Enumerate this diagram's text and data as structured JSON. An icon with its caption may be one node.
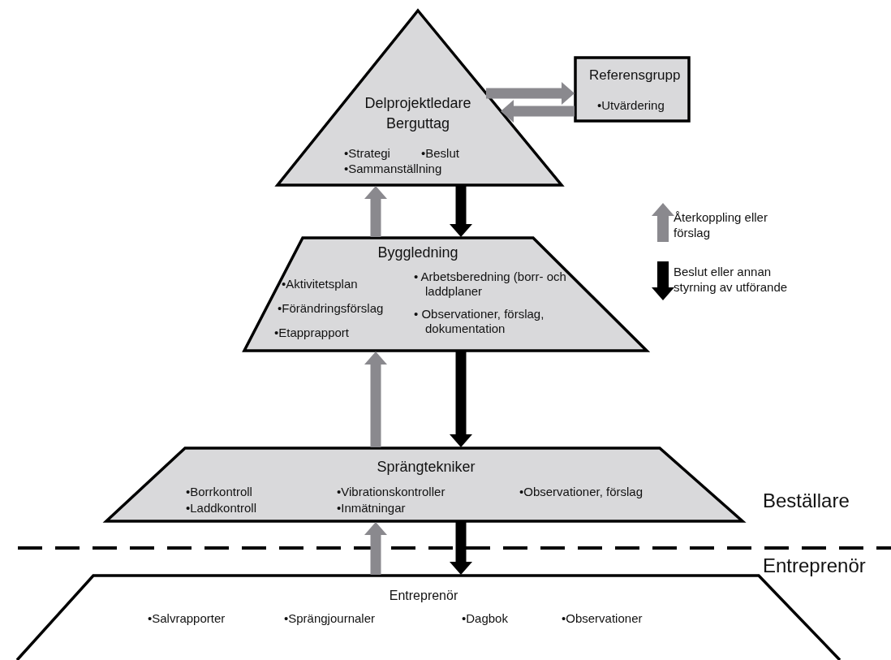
{
  "diagram": {
    "nodes": [
      {
        "text": [
          "Delprojektledare Berguttag",
          "•Strategi",
          "•Beslut",
          "•Sammanställning"
        ]
      },
      {
        "text": [
          "Referensgrupp",
          "•Utvärdering"
        ]
      },
      {
        "text": [
          "Byggledning",
          "•Aktivitetsplan",
          "•Förändringsförslag",
          "•Etapprapport",
          "• Arbetsberedning (borr- och laddplaner",
          "• Observationer, förslag, dokumentation"
        ]
      },
      {
        "text": [
          "Sprängtekniker",
          "•Borrkontroll",
          "•Laddkontroll",
          "•Vibrationskontroller",
          "•Inmätningar",
          "•Observationer, förslag"
        ]
      },
      {
        "text": [
          "Entreprenör",
          "•Salvrapporter",
          "•Sprängjournaler",
          "•Dagbok",
          "•Observationer"
        ]
      }
    ],
    "edges": [
      {
        "from": 0,
        "to": 1,
        "arrow": "to",
        "color": "#8a898e"
      },
      {
        "from": 1,
        "to": 0,
        "arrow": "to",
        "color": "#8a898e"
      },
      {
        "from": 2,
        "to": 0,
        "arrow": "to",
        "color": "#8a898e"
      },
      {
        "from": 0,
        "to": 2,
        "arrow": "to",
        "color": "#000000"
      },
      {
        "from": 3,
        "to": 2,
        "arrow": "to",
        "color": "#8a898e"
      },
      {
        "from": 2,
        "to": 3,
        "arrow": "to",
        "color": "#000000"
      },
      {
        "from": 4,
        "to": 3,
        "arrow": "to",
        "color": "#8a898e"
      },
      {
        "from": 3,
        "to": 4,
        "arrow": "to",
        "color": "#000000"
      }
    ],
    "labels": [
      "Beställare",
      "Entreprenör"
    ],
    "legend": [
      {
        "text": "Återkoppling eller förslag"
      },
      {
        "text": "Beslut eller annan styrning av utförande"
      }
    ]
  }
}
